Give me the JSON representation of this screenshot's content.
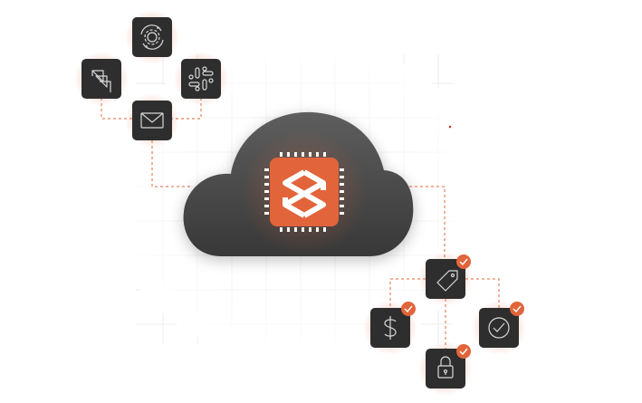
{
  "colors": {
    "accent": "#e2643a",
    "tile": "#2e2e2e",
    "cloud_top": "#5a5a5a",
    "cloud_bottom": "#3a3a3a",
    "grid": "#e9e9e9",
    "icon_stroke": "#d8d8d8"
  },
  "integrations": [
    {
      "name": "gear-sync-icon"
    },
    {
      "name": "jira-icon"
    },
    {
      "name": "slack-icon"
    },
    {
      "name": "mail-icon"
    }
  ],
  "hub": {
    "name": "platform-logo-chip"
  },
  "outputs": [
    {
      "name": "tag-icon",
      "status": "checked"
    },
    {
      "name": "dollar-icon",
      "status": "checked"
    },
    {
      "name": "check-circle-icon",
      "status": "checked"
    },
    {
      "name": "lock-icon",
      "status": "checked"
    }
  ]
}
